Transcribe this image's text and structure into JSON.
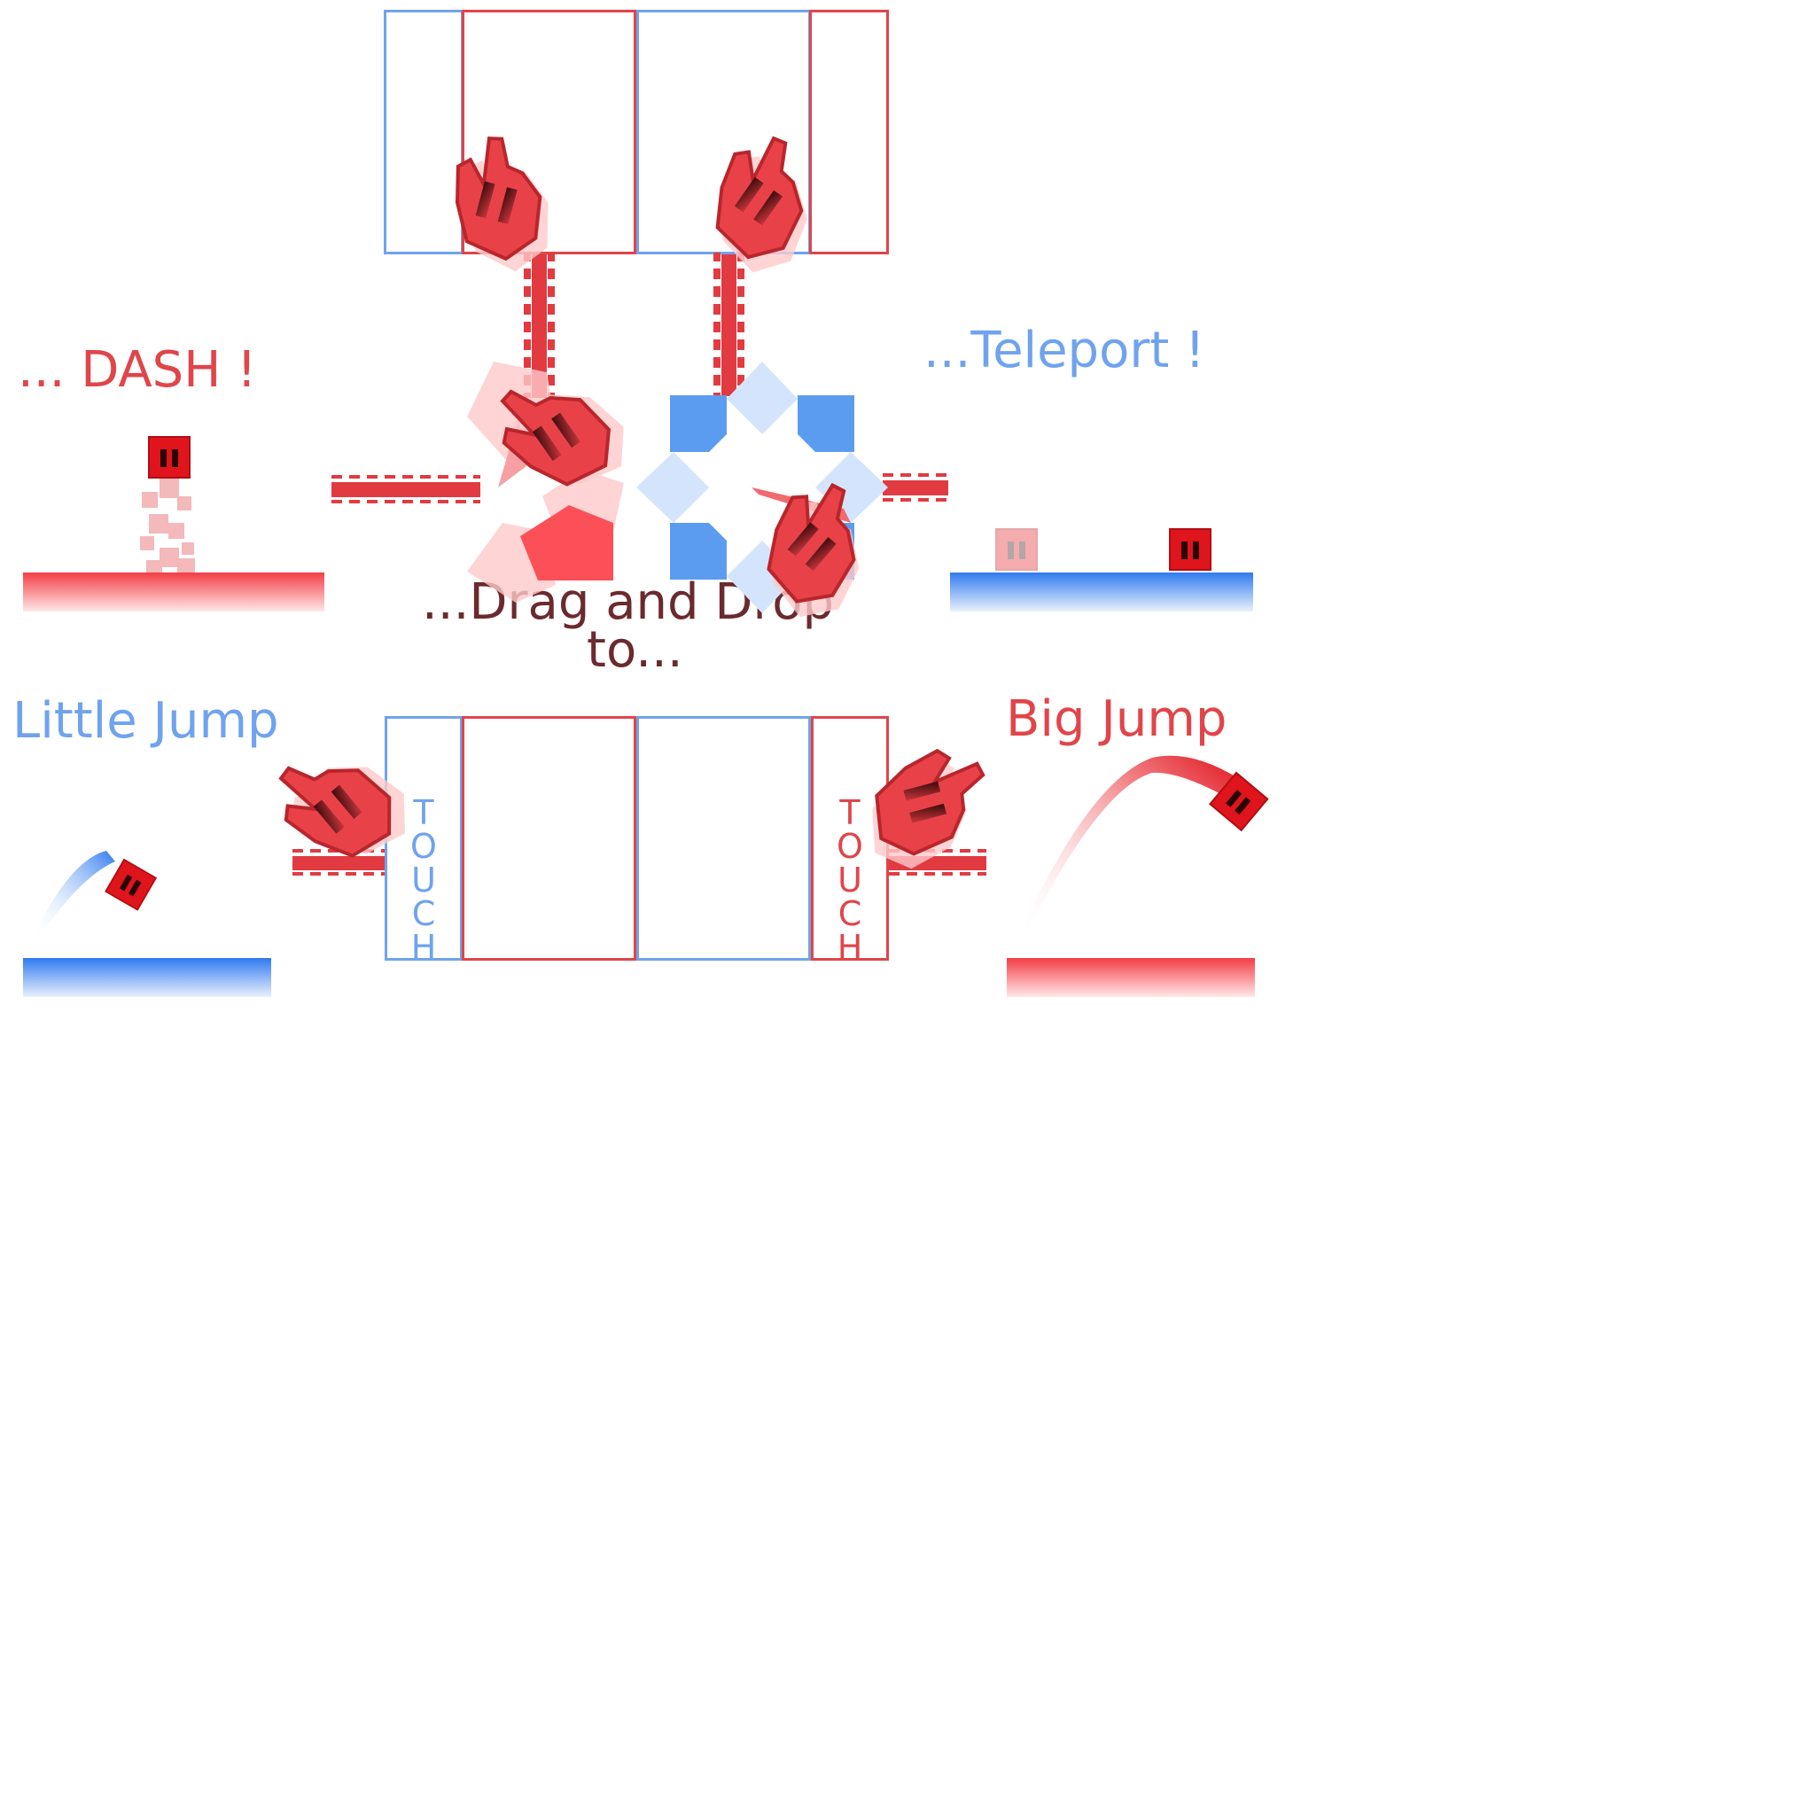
{
  "captions": {
    "dash": "... DASH !",
    "teleport": "...Teleport !",
    "drag_line1": "...Drag and Drop",
    "drag_line2": "to...",
    "little_jump": "Little Jump",
    "big_jump": "Big Jump"
  },
  "touch_zones": {
    "left_label": "TOUCH",
    "right_label": "TOUCH"
  },
  "icons": {
    "hand": "pointing-hand-icon",
    "pentagon": "pentagon-flower-icon",
    "star": "octagon-star-icon",
    "character": "red-cube-character"
  },
  "colors": {
    "red": "#e0454a",
    "blue": "#5c9cf0",
    "dark_red_text": "#6b2a2e",
    "hand_fill": "#e84248",
    "light_red": "#ffc9cb",
    "light_blue": "#d4e4fc"
  }
}
